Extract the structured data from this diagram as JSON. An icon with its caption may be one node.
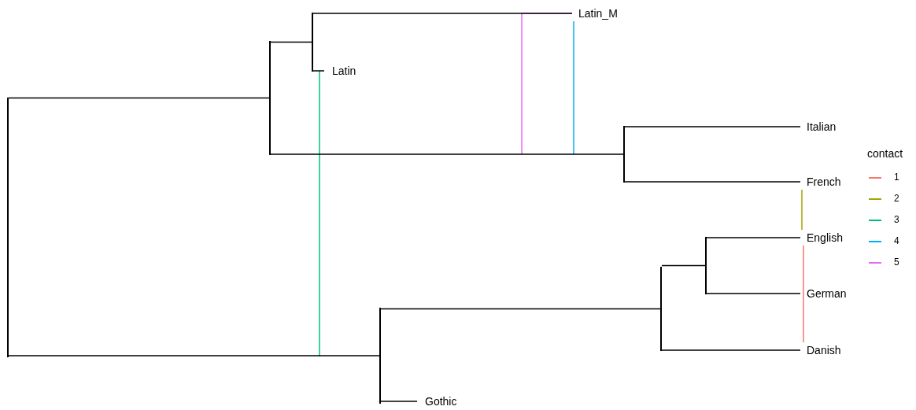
{
  "diagram": {
    "nodes": [
      {
        "text": [],
        "shape": "bar"
      },
      {
        "text": [],
        "shape": "bar"
      },
      {
        "text": [],
        "shape": "bar"
      },
      {
        "text": [
          "Latin_M"
        ]
      },
      {
        "text": [
          "Latin"
        ]
      },
      {
        "text": [],
        "shape": "bar"
      },
      {
        "text": [
          "Italian"
        ]
      },
      {
        "text": [
          "French"
        ]
      },
      {
        "text": [],
        "shape": "bar"
      },
      {
        "text": [],
        "shape": "bar"
      },
      {
        "text": [],
        "shape": "bar"
      },
      {
        "text": [
          "English"
        ]
      },
      {
        "text": [
          "German"
        ]
      },
      {
        "text": [
          "Danish"
        ]
      },
      {
        "text": [
          "Gothic"
        ]
      }
    ],
    "edges": [
      {
        "from": 0,
        "to": 1,
        "arrow": "none"
      },
      {
        "from": 0,
        "to": 8,
        "arrow": "none"
      },
      {
        "from": 1,
        "to": 2,
        "arrow": "none"
      },
      {
        "from": 1,
        "to": 5,
        "arrow": "none"
      },
      {
        "from": 2,
        "to": 3,
        "arrow": "none"
      },
      {
        "from": 2,
        "to": 4,
        "arrow": "none"
      },
      {
        "from": 5,
        "to": 6,
        "arrow": "none"
      },
      {
        "from": 5,
        "to": 7,
        "arrow": "none"
      },
      {
        "from": 8,
        "to": 9,
        "arrow": "none"
      },
      {
        "from": 8,
        "to": 14,
        "arrow": "none"
      },
      {
        "from": 9,
        "to": 10,
        "arrow": "none"
      },
      {
        "from": 9,
        "to": 13,
        "arrow": "none"
      },
      {
        "from": 10,
        "to": 11,
        "arrow": "none"
      },
      {
        "from": 10,
        "to": 12,
        "arrow": "none"
      },
      {
        "from": 11,
        "to": 13,
        "arrow": "none",
        "color": "#f8766d"
      },
      {
        "from": 7,
        "to": 11,
        "arrow": "none",
        "color": "#a3a500"
      },
      {
        "from": 4,
        "to": null,
        "arrow": "none",
        "color": "#00bf7d"
      },
      {
        "from": 3,
        "to": null,
        "arrow": "none",
        "color": "#00b0f6"
      },
      {
        "from": 3,
        "to": null,
        "arrow": "none",
        "color": "#e76bf3"
      }
    ],
    "labels": [
      "contact"
    ],
    "legend": [
      {
        "text": "1",
        "color": "#f8766d"
      },
      {
        "text": "2",
        "color": "#a3a500"
      },
      {
        "text": "3",
        "color": "#00bf7d"
      },
      {
        "text": "4",
        "color": "#00b0f6"
      },
      {
        "text": "5",
        "color": "#e76bf3"
      }
    ]
  }
}
